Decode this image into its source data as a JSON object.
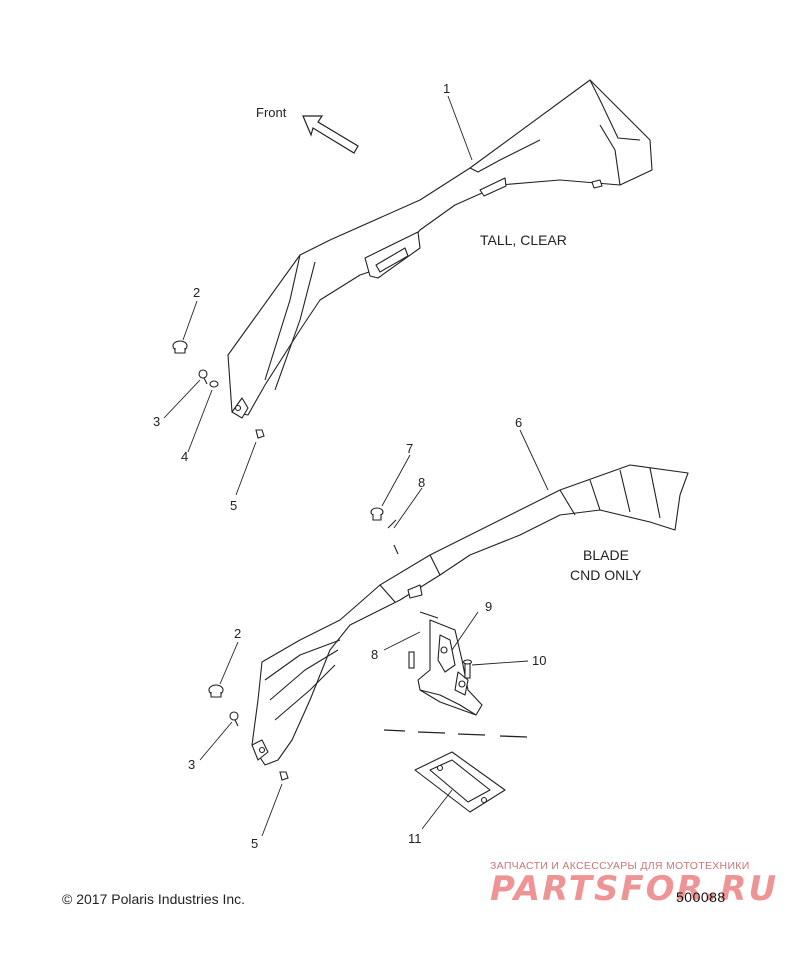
{
  "diagram": {
    "direction_label": "Front",
    "notes": {
      "upper_variant": "TALL, CLEAR",
      "lower_variant_line1": "BLADE",
      "lower_variant_line2": "CND ONLY"
    },
    "callouts": {
      "c1": "1",
      "c2a": "2",
      "c3a": "3",
      "c4": "4",
      "c5a": "5",
      "c6": "6",
      "c7": "7",
      "c8a": "8",
      "c2b": "2",
      "c9": "9",
      "c8b": "8",
      "c10": "10",
      "c3b": "3",
      "c11": "11",
      "c5b": "5"
    },
    "copyright": "© 2017 Polaris Industries Inc.",
    "part_number": "500088"
  },
  "watermark": {
    "tagline": "ЗАПЧАСТИ И АКСЕССУАРЫ ДЛЯ МОТОТЕХНИКИ",
    "logo": "PARTSFOR.RU"
  }
}
